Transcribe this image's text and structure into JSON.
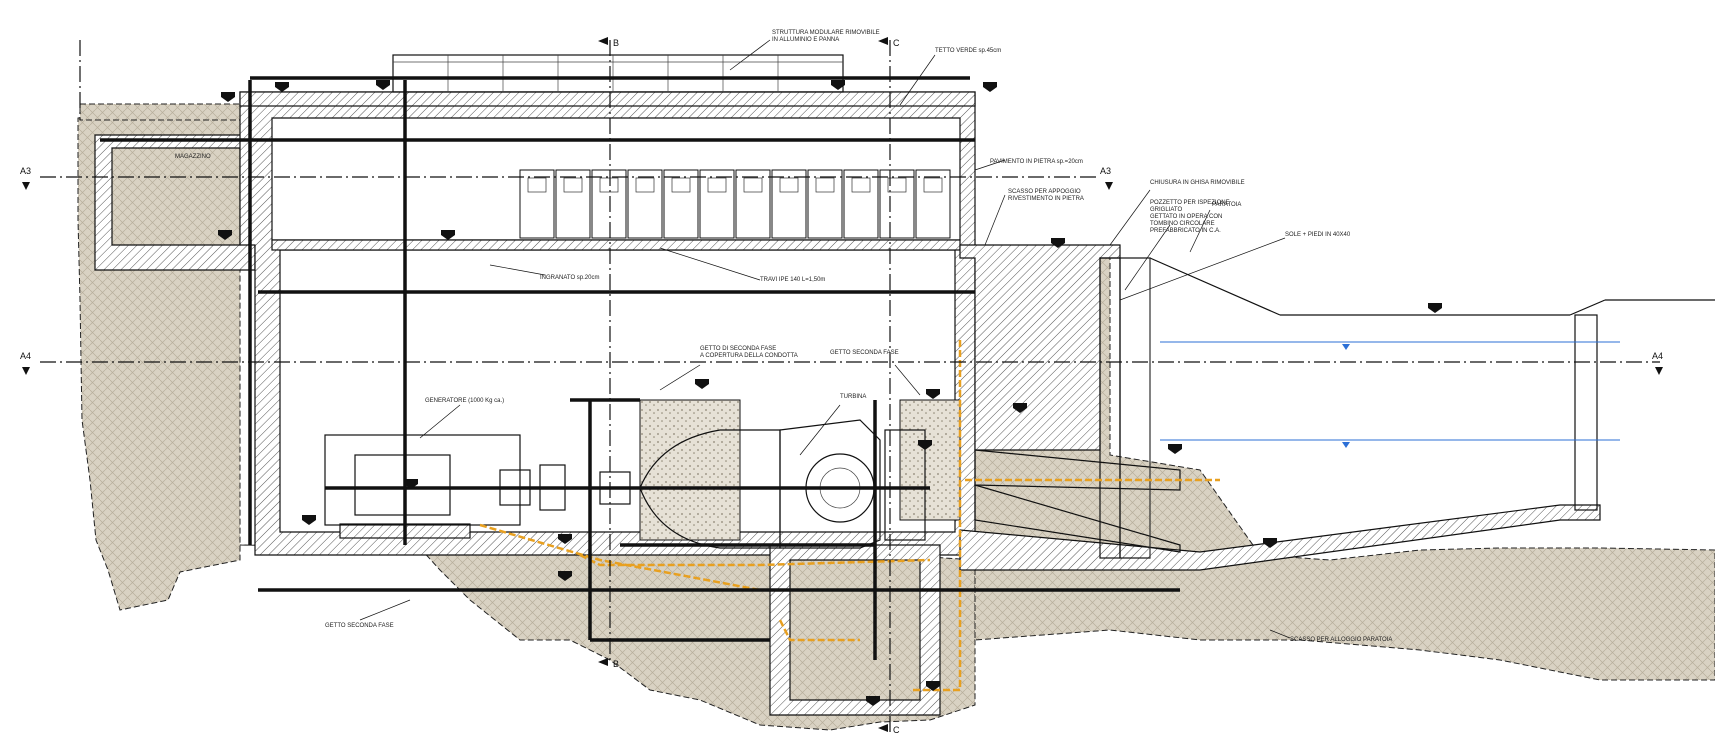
{
  "section_markers": {
    "a3_left": "A3",
    "a3_right": "A3",
    "a4_left": "A4",
    "a4_right": "A4",
    "b_top": "B",
    "b_bottom": "B",
    "c_top": "C",
    "c_bottom": "C"
  },
  "annotations": {
    "struttura": "STRUTTURA MODULARE RIMOVIBILE",
    "struttura_2": "IN ALLUMINIO E PANNA",
    "tetto": "TETTO VERDE sp.45cm",
    "magazzino": "MAGAZZINO",
    "pavimento": "PAVIMENTO IN PIETRA sp.=20cm",
    "scasso_appoggio": "SCASSO PER APPOGGIO",
    "scasso_appoggio_2": "RIVESTIMENTO IN PIETRA",
    "chiusura": "CHIUSURA IN GHISA RIMOVIBILE",
    "pozzetto": "POZZETTO PER ISPEZIONE",
    "pozzetto_2": "GRIGLIATO",
    "pozzetto_3": "GETTATO IN OPERA CON",
    "pozzetto_4": "TOMBINO CIRCOLARE",
    "pozzetto_5": "PREFABBRICATO IN C.A.",
    "paratoia": "PARATOIA",
    "sole": "SOLE + PIEDI IN 40X40",
    "ingranaggio": "INGRANATO sp.20cm",
    "travi": "TRAVI IPE 140 L=1,50m",
    "getto_1": "GETTO DI SECONDA FASE",
    "getto_1b": "A COPERTURA DELLA CONDOTTA",
    "getto_2": "GETTO SECONDA FASE",
    "generatore": "GENERATORE (1000 Kg ca.)",
    "turbina": "TURBINA",
    "getto_3": "GETTO SECONDA FASE",
    "scasso_paratoia": "SCASSO PER ALLOGGIO PARATOIA"
  },
  "icons": {
    "elevation_marker": "elevation-marker-icon",
    "section_arrow": "section-arrow-icon",
    "water_level": "water-level-icon"
  },
  "colors": {
    "line": "#111111",
    "pipe": "#e8a020",
    "water": "#2b6fd6",
    "hatch": "#555555",
    "rock": "#d9d2c3"
  }
}
